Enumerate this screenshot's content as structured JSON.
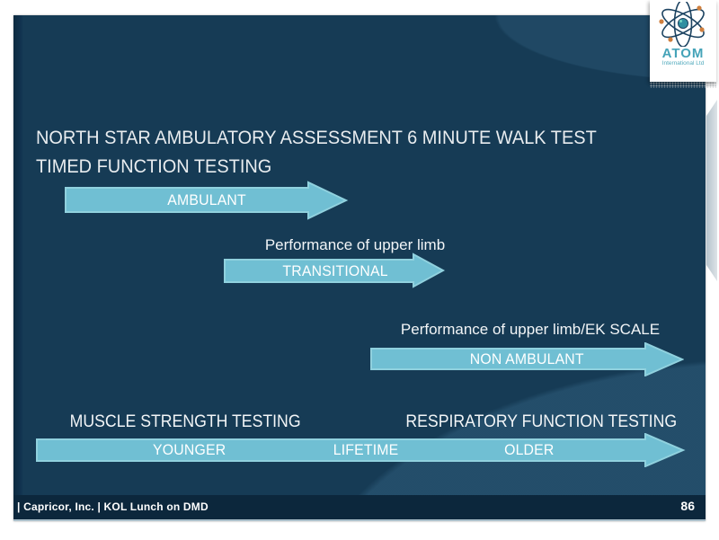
{
  "slide": {
    "title_line1": "NORTH STAR AMBULATORY ASSESSMENT 6 MINUTE WALK TEST",
    "title_line2": "TIMED FUNCTION TESTING",
    "arrows": {
      "ambulant": {
        "label": "AMBULANT"
      },
      "transitional": {
        "caption": "Performance of upper limb",
        "label": "TRANSITIONAL"
      },
      "non_ambulant": {
        "caption": "Performance of upper limb/EK SCALE",
        "label": "NON AMBULANT"
      },
      "lifetime": {
        "left_heading": "MUSCLE STRENGTH TESTING",
        "right_heading": "RESPIRATORY FUNCTION TESTING",
        "segments": [
          "YOUNGER",
          "LIFETIME",
          "OLDER"
        ]
      }
    },
    "footer": {
      "left_text": "| Capricor, Inc. | KOL Lunch on DMD",
      "page_number": "86"
    }
  },
  "logo": {
    "name": "ATOM",
    "subtitle": "International Ltd"
  },
  "colors": {
    "slide_background": "#163b55",
    "footer_band": "#0c273c",
    "arrow_fill": "#70bfd3",
    "arrow_stroke": "#90d1de",
    "text_light": "#f2f5f7",
    "logo_teal": "#45a3b8",
    "electron_orange": "#cf7f3e",
    "right_strip": "#c6d2da"
  }
}
